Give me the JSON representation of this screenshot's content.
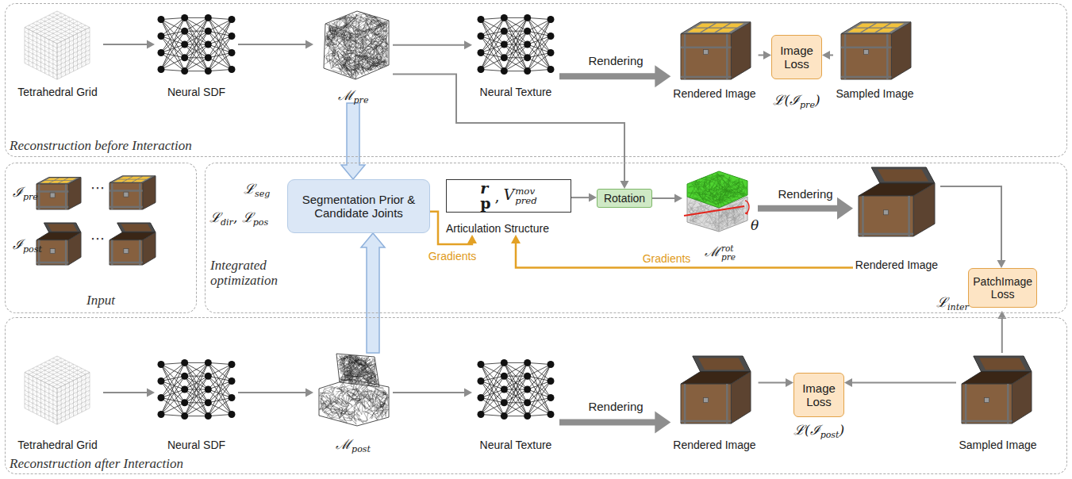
{
  "diagram": {
    "nodes": [
      {
        "text": [
          "Reconstruction before Interaction"
        ]
      },
      {
        "text": [
          "Tetrahedral Grid"
        ],
        "in": 0
      },
      {
        "text": [
          "Neural SDF"
        ],
        "in": 0
      },
      {
        "text": [
          "ℳpre"
        ],
        "in": 0
      },
      {
        "text": [
          "Neural Texture"
        ],
        "in": 0
      },
      {
        "text": [
          "Rendered Image"
        ],
        "in": 0
      },
      {
        "text": [
          "Image Loss",
          "ℒ(ℐpre)"
        ],
        "in": 0
      },
      {
        "text": [
          "Sampled Image"
        ],
        "in": 0
      },
      {
        "text": [
          "Input"
        ]
      },
      {
        "text": [
          "Integrated optimization"
        ]
      },
      {
        "text": [
          "Segmentation Prior & Candidate Joints"
        ],
        "in": 9
      },
      {
        "text": [
          "r",
          "p",
          ",",
          "Vmovpred",
          "Articulation Structure"
        ],
        "in": 9
      },
      {
        "text": [
          "Rotation"
        ],
        "in": 9
      },
      {
        "text": [
          "ℳrotpre"
        ],
        "in": 9
      },
      {
        "text": [
          "Rendered Image"
        ],
        "in": 9
      },
      {
        "text": [
          "PatchImage Loss",
          "ℒinter"
        ],
        "in": 9
      },
      {
        "text": [
          "Reconstruction after Interaction"
        ]
      },
      {
        "text": [
          "Tetrahedral Grid"
        ],
        "in": 16
      },
      {
        "text": [
          "Neural SDF"
        ],
        "in": 16
      },
      {
        "text": [
          "ℳpost"
        ],
        "in": 16
      },
      {
        "text": [
          "Neural Texture"
        ],
        "in": 16
      },
      {
        "text": [
          "Rendered Image"
        ],
        "in": 16
      },
      {
        "text": [
          "Image Loss",
          "ℒ(ℐpost)"
        ],
        "in": 16
      },
      {
        "text": [
          "Sampled Image"
        ],
        "in": 16
      }
    ],
    "edges": [
      {
        "from": 1,
        "to": 2,
        "arrow": "to"
      },
      {
        "from": 2,
        "to": 3,
        "arrow": "to"
      },
      {
        "from": 3,
        "to": 4,
        "arrow": "to"
      },
      {
        "from": 4,
        "to": 5,
        "arrow": "to",
        "label": "Rendering"
      },
      {
        "from": 5,
        "to": 6,
        "arrow": "to"
      },
      {
        "from": 7,
        "to": 6,
        "arrow": "to"
      },
      {
        "from": 3,
        "to": 10,
        "arrow": "to"
      },
      {
        "from": 19,
        "to": 10,
        "arrow": "to"
      },
      {
        "from": 3,
        "to": 12,
        "arrow": "to"
      },
      {
        "from": 10,
        "to": 11,
        "arrow": "to",
        "label": "Gradients"
      },
      {
        "from": 11,
        "to": 12,
        "arrow": "to"
      },
      {
        "from": 12,
        "to": 13,
        "arrow": "to"
      },
      {
        "from": 13,
        "to": 14,
        "arrow": "to",
        "label": "Rendering"
      },
      {
        "from": 14,
        "to": 15,
        "arrow": "to"
      },
      {
        "from": 14,
        "to": 11,
        "arrow": "to",
        "label": "Gradients"
      },
      {
        "from": 23,
        "to": 15,
        "arrow": "to"
      },
      {
        "from": 17,
        "to": 18,
        "arrow": "to"
      },
      {
        "from": 18,
        "to": 19,
        "arrow": "to"
      },
      {
        "from": 19,
        "to": 20,
        "arrow": "to"
      },
      {
        "from": 20,
        "to": 21,
        "arrow": "to",
        "label": "Rendering"
      },
      {
        "from": 21,
        "to": 22,
        "arrow": "to"
      },
      {
        "from": 23,
        "to": 22,
        "arrow": "to"
      }
    ],
    "labels": [
      "ℒseg",
      "ℒdir, ℒpos",
      "θ",
      "ℐpre",
      "⋯",
      "ℐpost",
      "⋯"
    ]
  }
}
